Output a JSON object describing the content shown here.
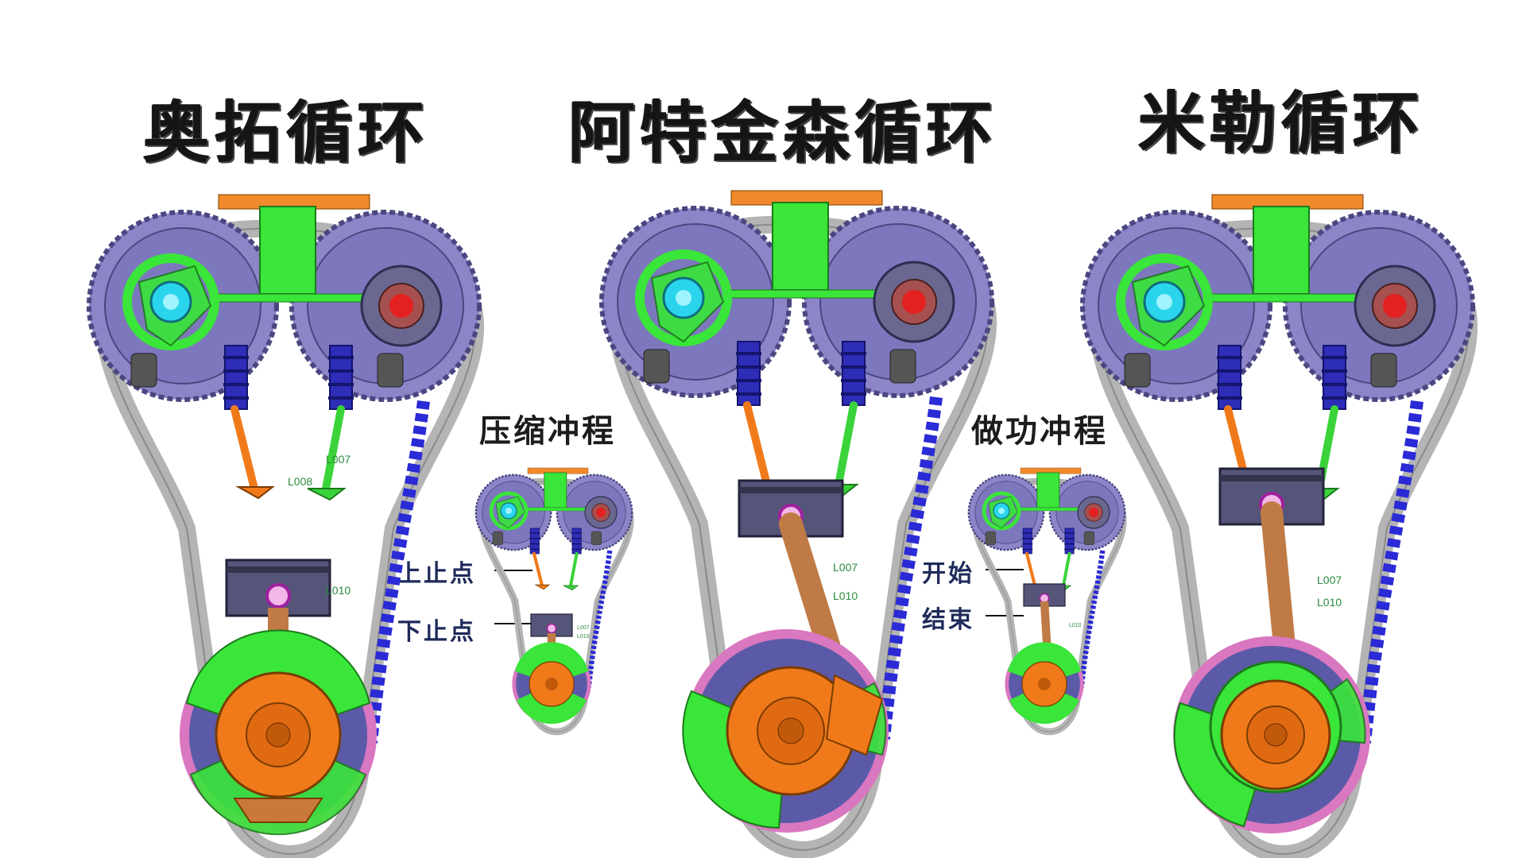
{
  "titles": {
    "otto": "奥拓循环",
    "atkinson": "阿特金森循环",
    "miller": "米勒循环"
  },
  "subtitles": {
    "compression": "压缩冲程",
    "power": "做功冲程"
  },
  "callouts": {
    "tdc": "上止点",
    "bdc": "下止点",
    "start": "开始",
    "end": "结束"
  },
  "labels": {
    "l007": "L007",
    "l008": "L008",
    "l010": "L010"
  },
  "colors": {
    "background": "#ffffff",
    "gear": "#8c86c9",
    "chain": "#b4b4b4",
    "bracket": "#39e639",
    "intake_valve": "#f07a1a",
    "exhaust_valve": "#3ad43a",
    "spring": "#2d2db8",
    "piston": "#55557a",
    "crank": "#f07a1a",
    "counterweight": "#39e639",
    "flywheel_rim": "#d977c0",
    "guide": "#2a2ad6",
    "intake_cam_center": "#2ad4ec",
    "exhaust_cam_center": "#e42020",
    "callout_text": "#1e2a5a"
  }
}
